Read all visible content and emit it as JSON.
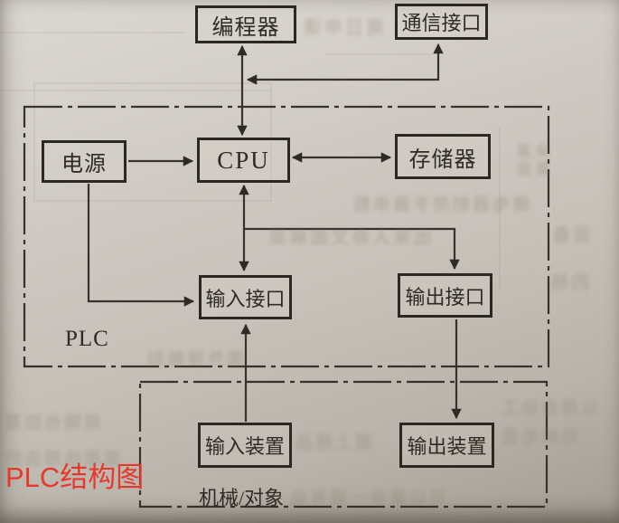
{
  "overlay": {
    "label": "PLC结构图",
    "color": "#e6392b"
  },
  "diagram": {
    "blocks": {
      "programmer": {
        "label": "编程器"
      },
      "comm_interface": {
        "label": "通信接口"
      },
      "power": {
        "label": "电源"
      },
      "cpu": {
        "label": "CPU"
      },
      "memory": {
        "label": "存储器"
      },
      "input_interface": {
        "label": "输入接口"
      },
      "output_interface": {
        "label": "输出接口"
      },
      "input_device": {
        "label": "输入装置"
      },
      "output_device": {
        "label": "输出装置"
      }
    },
    "regions": {
      "plc": {
        "label": "PLC"
      },
      "machine": {
        "label": "机械/对象"
      }
    },
    "connections": [
      {
        "from": "编程器",
        "to": "CPU",
        "style": "bidirectional"
      },
      {
        "from": "CPU",
        "to": "通信接口",
        "style": "bidirectional"
      },
      {
        "from": "电源",
        "to": "CPU",
        "style": "one-way"
      },
      {
        "from": "CPU",
        "to": "存储器",
        "style": "bidirectional"
      },
      {
        "from": "电源",
        "to": "输入接口",
        "style": "one-way"
      },
      {
        "from": "CPU",
        "to": "输入接口",
        "style": "bidirectional"
      },
      {
        "from": "CPU",
        "to": "输出接口",
        "style": "one-way"
      },
      {
        "from": "输入装置",
        "to": "输入接口",
        "style": "one-way"
      },
      {
        "from": "输出接口",
        "to": "输出装置",
        "style": "one-way"
      }
    ],
    "line_color": "#37332c",
    "boundary_style": "dash-dot"
  },
  "bleed_through": {
    "b1": "南日申请",
    "b2": "来源 蒸润",
    "b3": "继电器制用手器串粗",
    "b4": "出来人命文图解菜",
    "b5": "设备",
    "b6": "的格",
    "b7": "图外接触别",
    "b8": "以用自动工",
    "b9": "规辑也拉直",
    "b10": "图上搭品",
    "b11": "司织毛显",
    "b12": "可以最存一辑有益",
    "b13": "面面估用去的"
  }
}
